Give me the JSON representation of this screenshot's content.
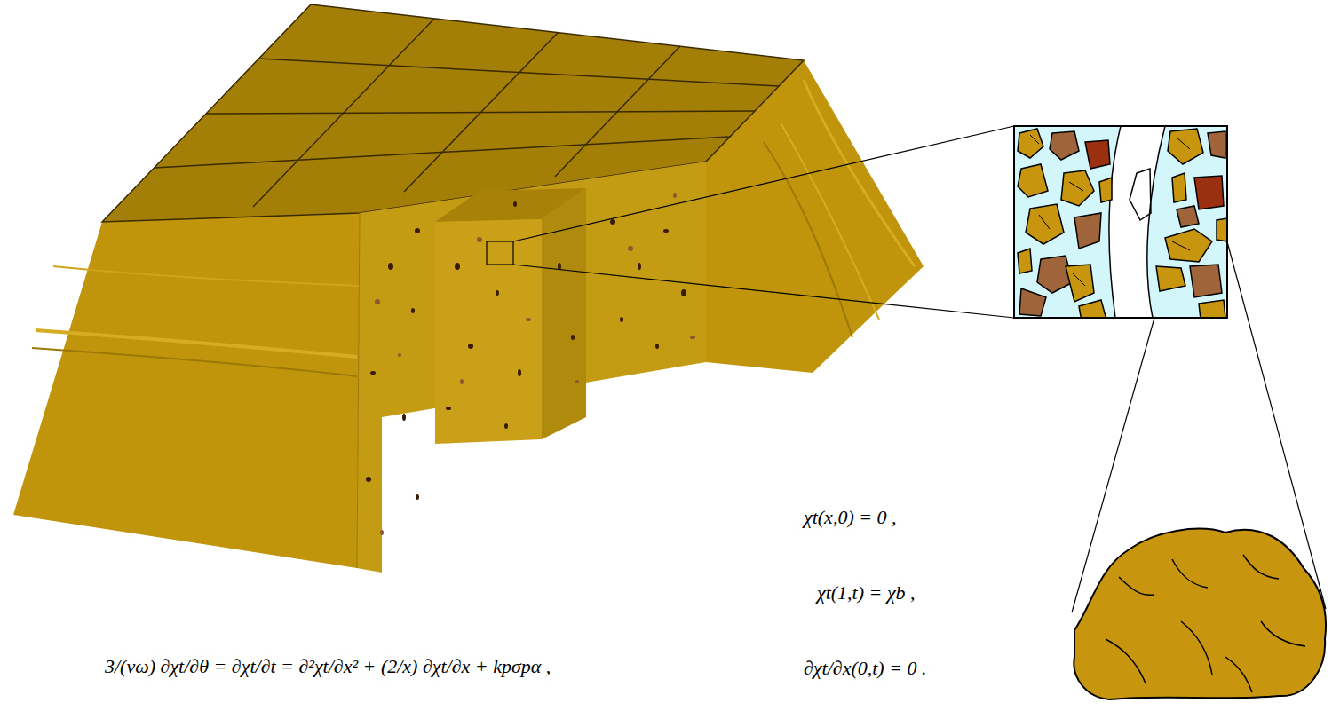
{
  "diagram": {
    "labels": [
      "χt(x,0) = 0 ,",
      "χt(1,t) = χb ,",
      "3/(νω) ∂χt/∂θ = ∂χt/∂t = ∂²χt/∂x² + (2/x) ∂χt/∂x + kpσpα ,",
      "∂χt/∂x(0,t) = 0 ."
    ]
  }
}
